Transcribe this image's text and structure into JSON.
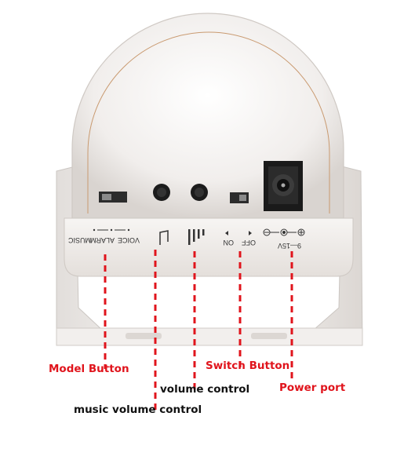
{
  "device_panel": {
    "mode_switch_options": [
      "VOICE",
      "ALARM",
      "MUSIC"
    ],
    "power_switch_on": "ON",
    "power_switch_off": "OFF",
    "power_rating": "9—15V"
  },
  "callouts": {
    "model_button": "Model Button",
    "switch_button": "Switch Button",
    "volume_control": "volume control",
    "power_port": "Power port",
    "music_volume_control": "music volume control"
  },
  "colors": {
    "callout_line": "#e0141c",
    "callout_text": "#e0141c",
    "callout_text_dark": "#111111",
    "device_body": "#f4f1ef"
  }
}
